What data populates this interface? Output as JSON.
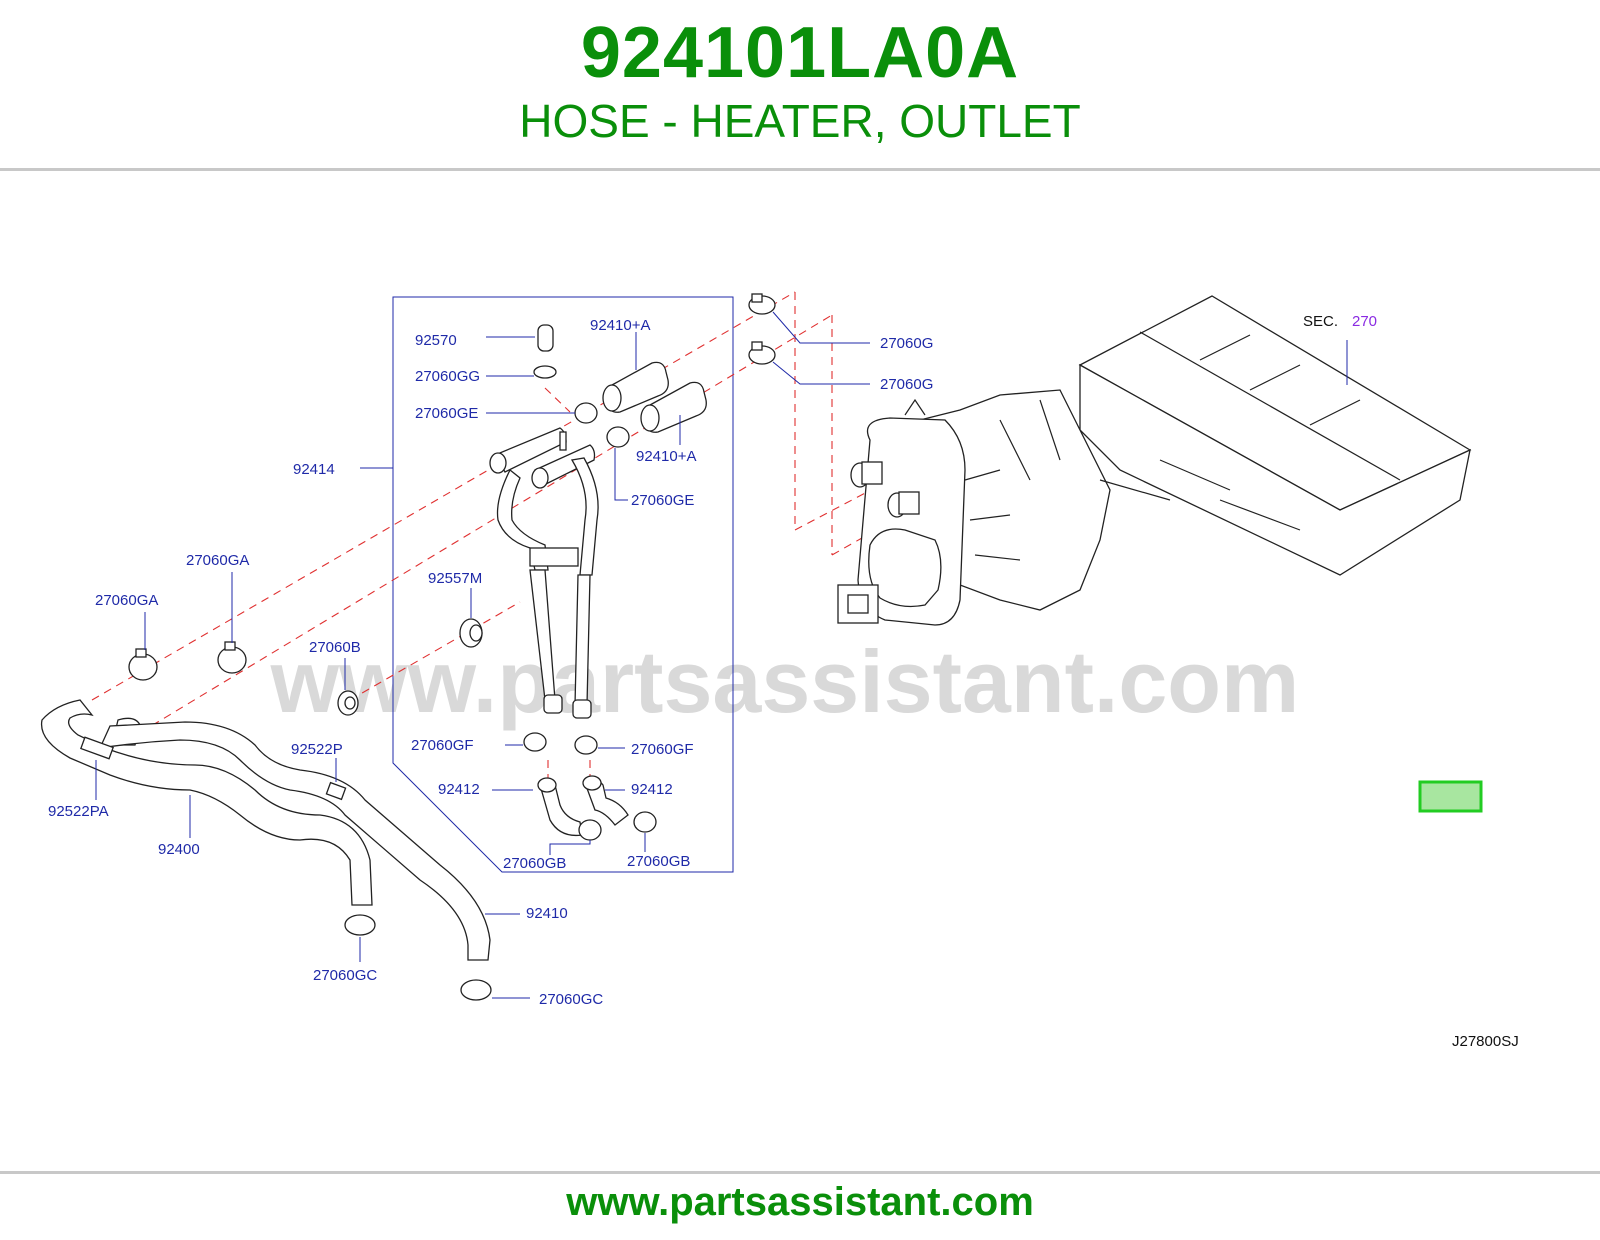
{
  "header": {
    "part_number": "924101LA0A",
    "description": "HOSE - HEATER, OUTLET"
  },
  "diagram": {
    "watermark": "www.partsassistant.com",
    "drawing_code": "J27800SJ",
    "sec_label": "SEC.",
    "sec_number": "270",
    "labels": {
      "l92570": "92570",
      "l92410a_top": "92410+A",
      "l27060gg": "27060GG",
      "l27060ge_left": "27060GE",
      "l92410a_mid": "92410+A",
      "l92414": "92414",
      "l27060ge_right": "27060GE",
      "l27060g_top": "27060G",
      "l27060g_bottom": "27060G",
      "l27060ga_right": "27060GA",
      "l27060ga_left": "27060GA",
      "l92557m": "92557M",
      "l27060b": "27060B",
      "l92522p": "92522P",
      "l92522pa": "92522PA",
      "l92400": "92400",
      "l27060gf_left": "27060GF",
      "l27060gf_right": "27060GF",
      "l92412_left": "92412",
      "l92412_right": "92412",
      "l27060gb_left": "27060GB",
      "l27060gb_right": "27060GB",
      "l92410": "92410",
      "l27060gc_left": "27060GC",
      "l27060gc_right": "27060GC"
    },
    "highlight_color": "#a8e6a0",
    "highlight_border": "#22cc22"
  },
  "footer": {
    "url": "www.partsassistant.com"
  },
  "colors": {
    "brand_green": "#0a8f0a",
    "label_blue": "#1f2aa8",
    "dash_red": "#e03030",
    "sec_purple": "#8a2be2"
  }
}
